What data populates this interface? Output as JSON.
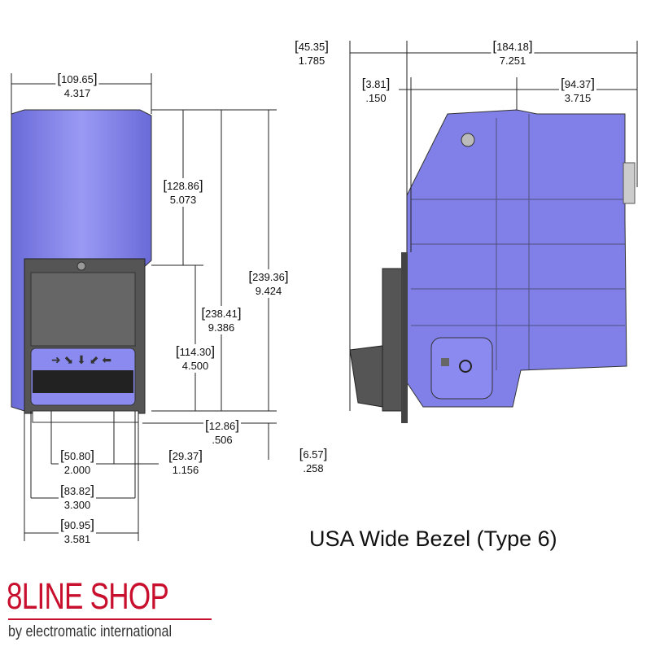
{
  "title": "USA Wide Bezel (Type 6)",
  "logo": {
    "brand": "8LINE SHOP",
    "tagline": "by electromatic international"
  },
  "colors": {
    "body": "#8484ec",
    "dark": "#595959",
    "brand": "#c8102e"
  },
  "dimensions": [
    {
      "mm": "109.65",
      "inch": "4.317"
    },
    {
      "mm": "128.86",
      "inch": "5.073"
    },
    {
      "mm": "239.36",
      "inch": "9.424"
    },
    {
      "mm": "238.41",
      "inch": "9.386"
    },
    {
      "mm": "114.30",
      "inch": "4.500"
    },
    {
      "mm": "12.86",
      "inch": ".506"
    },
    {
      "mm": "6.57",
      "inch": ".258"
    },
    {
      "mm": "50.80",
      "inch": "2.000"
    },
    {
      "mm": "29.37",
      "inch": "1.156"
    },
    {
      "mm": "83.82",
      "inch": "3.300"
    },
    {
      "mm": "90.95",
      "inch": "3.581"
    },
    {
      "mm": "45.35",
      "inch": "1.785"
    },
    {
      "mm": "184.18",
      "inch": "7.251"
    },
    {
      "mm": "3.81",
      "inch": ".150"
    },
    {
      "mm": "94.37",
      "inch": "3.715"
    }
  ]
}
